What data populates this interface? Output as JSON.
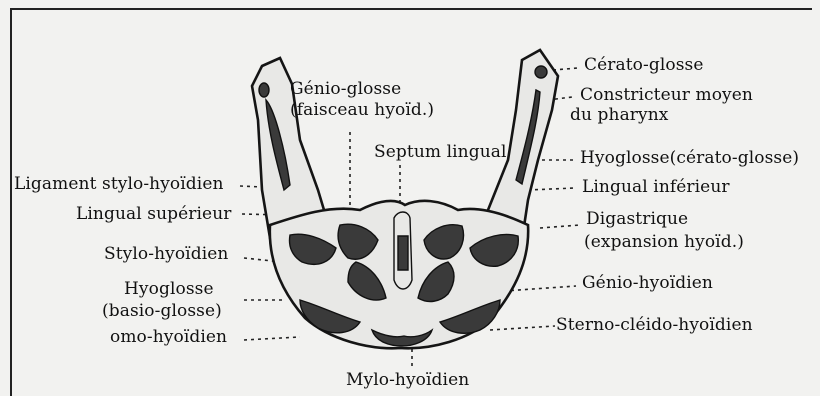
{
  "labels": {
    "genio_glosse": "Génio-glosse",
    "genio_glosse_sub": "(faisceau hyoïd.)",
    "septum_lingual": "Septum lingual",
    "ligament_stylo_hyoidien": "Ligament stylo-hyoïdien",
    "lingual_superieur": "Lingual supérieur",
    "stylo_hyoidien": "Stylo-hyoïdien",
    "hyoglosse_basio": "Hyoglosse",
    "hyoglosse_basio_sub": "(basio-glosse)",
    "omo_hyoidien": "omo-hyoïdien",
    "mylo_hyoidien": "Mylo-hyoïdien",
    "cerato_glosse": "Cérato-glosse",
    "constricteur": "Constricteur moyen",
    "constricteur_sub": "du pharynx",
    "hyoglosse_cerato": "Hyoglosse(cérato-glosse)",
    "lingual_inferieur": "Lingual inférieur",
    "digastrique": "Digastrique",
    "digastrique_sub": "(expansion hyoïd.)",
    "genio_hyoidien": "Génio-hyoïdien",
    "sterno_cleido_hyoidien": "Sterno-cléido-hyoïdien"
  },
  "colors": {
    "muscle": "#3a3a3a",
    "bone": "#e8e8e6",
    "outline": "#151515"
  }
}
